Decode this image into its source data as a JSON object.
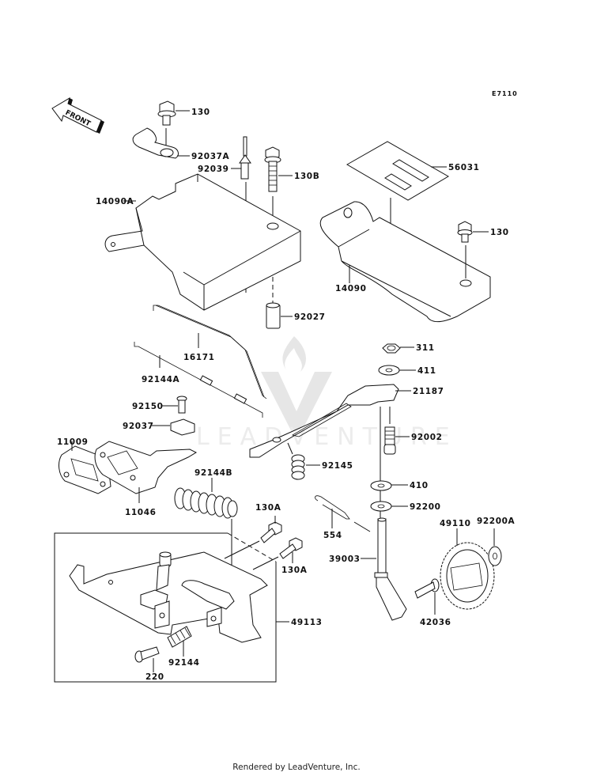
{
  "diagram": {
    "code": "E7110",
    "front_label": "FRONT",
    "watermark": "LEADVENTURE",
    "footer": "Rendered by LeadVenture, Inc.",
    "parts": [
      {
        "id": "p130_top",
        "label": "130"
      },
      {
        "id": "p92037A",
        "label": "92037A"
      },
      {
        "id": "p92039",
        "label": "92039"
      },
      {
        "id": "p130B",
        "label": "130B"
      },
      {
        "id": "p14090A",
        "label": "14090A"
      },
      {
        "id": "p56031",
        "label": "56031"
      },
      {
        "id": "p130_right",
        "label": "130"
      },
      {
        "id": "p14090",
        "label": "14090"
      },
      {
        "id": "p92027",
        "label": "92027"
      },
      {
        "id": "p16171",
        "label": "16171"
      },
      {
        "id": "p92144A",
        "label": "92144A"
      },
      {
        "id": "p311",
        "label": "311"
      },
      {
        "id": "p411",
        "label": "411"
      },
      {
        "id": "p21187",
        "label": "21187"
      },
      {
        "id": "p92150",
        "label": "92150"
      },
      {
        "id": "p92037",
        "label": "92037"
      },
      {
        "id": "p92002",
        "label": "92002"
      },
      {
        "id": "p11009",
        "label": "11009"
      },
      {
        "id": "p92145",
        "label": "92145"
      },
      {
        "id": "p11046",
        "label": "11046"
      },
      {
        "id": "p92144B",
        "label": "92144B"
      },
      {
        "id": "p410",
        "label": "410"
      },
      {
        "id": "p92200",
        "label": "92200"
      },
      {
        "id": "p130A_1",
        "label": "130A"
      },
      {
        "id": "p49110",
        "label": "49110"
      },
      {
        "id": "p92200A",
        "label": "92200A"
      },
      {
        "id": "p554",
        "label": "554"
      },
      {
        "id": "p39003",
        "label": "39003"
      },
      {
        "id": "p130A_2",
        "label": "130A"
      },
      {
        "id": "p49113",
        "label": "49113"
      },
      {
        "id": "p42036",
        "label": "42036"
      },
      {
        "id": "p92144",
        "label": "92144"
      },
      {
        "id": "p220",
        "label": "220"
      }
    ]
  }
}
